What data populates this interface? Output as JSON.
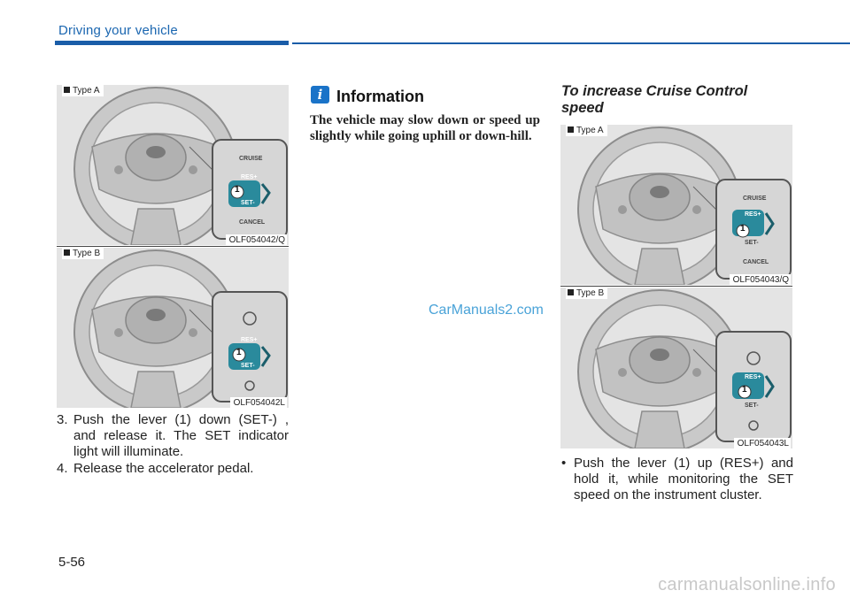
{
  "header": {
    "section_title": "Driving your vehicle"
  },
  "left": {
    "figure_a": {
      "type_label": "Type A",
      "code": "OLF054042/Q",
      "buttons": [
        "CRUISE",
        "RES+",
        "SET-",
        "CANCEL"
      ],
      "callout": "1"
    },
    "figure_b": {
      "type_label": "Type B",
      "code": "OLF054042L",
      "buttons": [
        "RES+",
        "SET-"
      ],
      "callout": "1"
    },
    "steps": [
      {
        "num": "3.",
        "text": "Push the lever (1) down (SET-) , and release it. The SET indicator light will illuminate."
      },
      {
        "num": "4.",
        "text": "Release the accelerator pedal."
      }
    ]
  },
  "middle": {
    "info_icon_glyph": "i",
    "info_title": "Information",
    "info_body": "The vehicle may slow down or speed up slightly while going uphill or down-hill.",
    "watermark": "CarManuals2.com"
  },
  "right": {
    "subheading": "To increase Cruise Control speed",
    "figure_a": {
      "type_label": "Type A",
      "code": "OLF054043/Q",
      "buttons": [
        "CRUISE",
        "RES+",
        "SET-",
        "CANCEL"
      ],
      "callout": "1"
    },
    "figure_b": {
      "type_label": "Type B",
      "code": "OLF054043L",
      "buttons": [
        "RES+",
        "SET-"
      ],
      "callout": "1"
    },
    "bullet_glyph": "•",
    "bullet_text": "Push the lever (1) up (RES+) and hold it, while monitoring the SET speed on the instrument cluster."
  },
  "footer": {
    "page_number": "5-56",
    "site_watermark": "carmanualsonline.info"
  },
  "colors": {
    "accent_blue": "#1a5da8",
    "info_icon": "#1a73c8",
    "lever_teal": "#2a8a9c",
    "watermark": "#4aa3d8"
  }
}
